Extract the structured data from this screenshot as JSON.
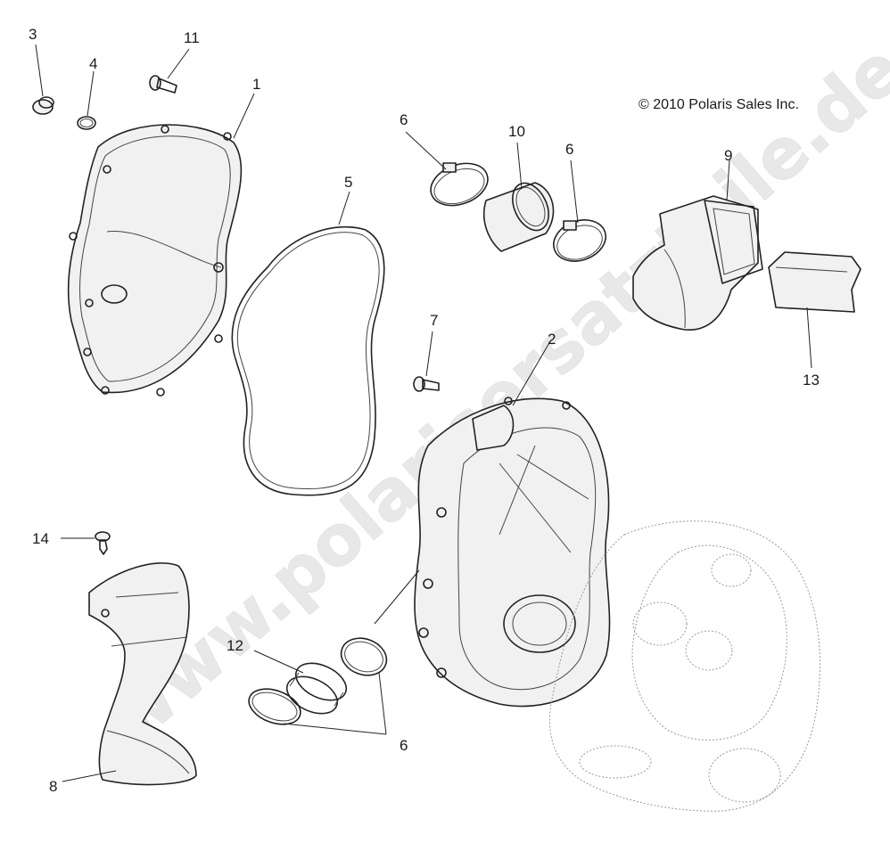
{
  "copyright": "© 2010 Polaris Sales Inc.",
  "watermark": "www.polarisersatzteile.de",
  "callouts": [
    {
      "id": "c3",
      "text": "3"
    },
    {
      "id": "c4",
      "text": "4"
    },
    {
      "id": "c11",
      "text": "11"
    },
    {
      "id": "c1",
      "text": "1"
    },
    {
      "id": "c5",
      "text": "5"
    },
    {
      "id": "c6a",
      "text": "6"
    },
    {
      "id": "c10",
      "text": "10"
    },
    {
      "id": "c6b",
      "text": "6"
    },
    {
      "id": "c9",
      "text": "9"
    },
    {
      "id": "c7",
      "text": "7"
    },
    {
      "id": "c2",
      "text": "2"
    },
    {
      "id": "c13",
      "text": "13"
    },
    {
      "id": "c14",
      "text": "14"
    },
    {
      "id": "c12",
      "text": "12"
    },
    {
      "id": "c6c",
      "text": "6"
    },
    {
      "id": "c8",
      "text": "8"
    }
  ]
}
